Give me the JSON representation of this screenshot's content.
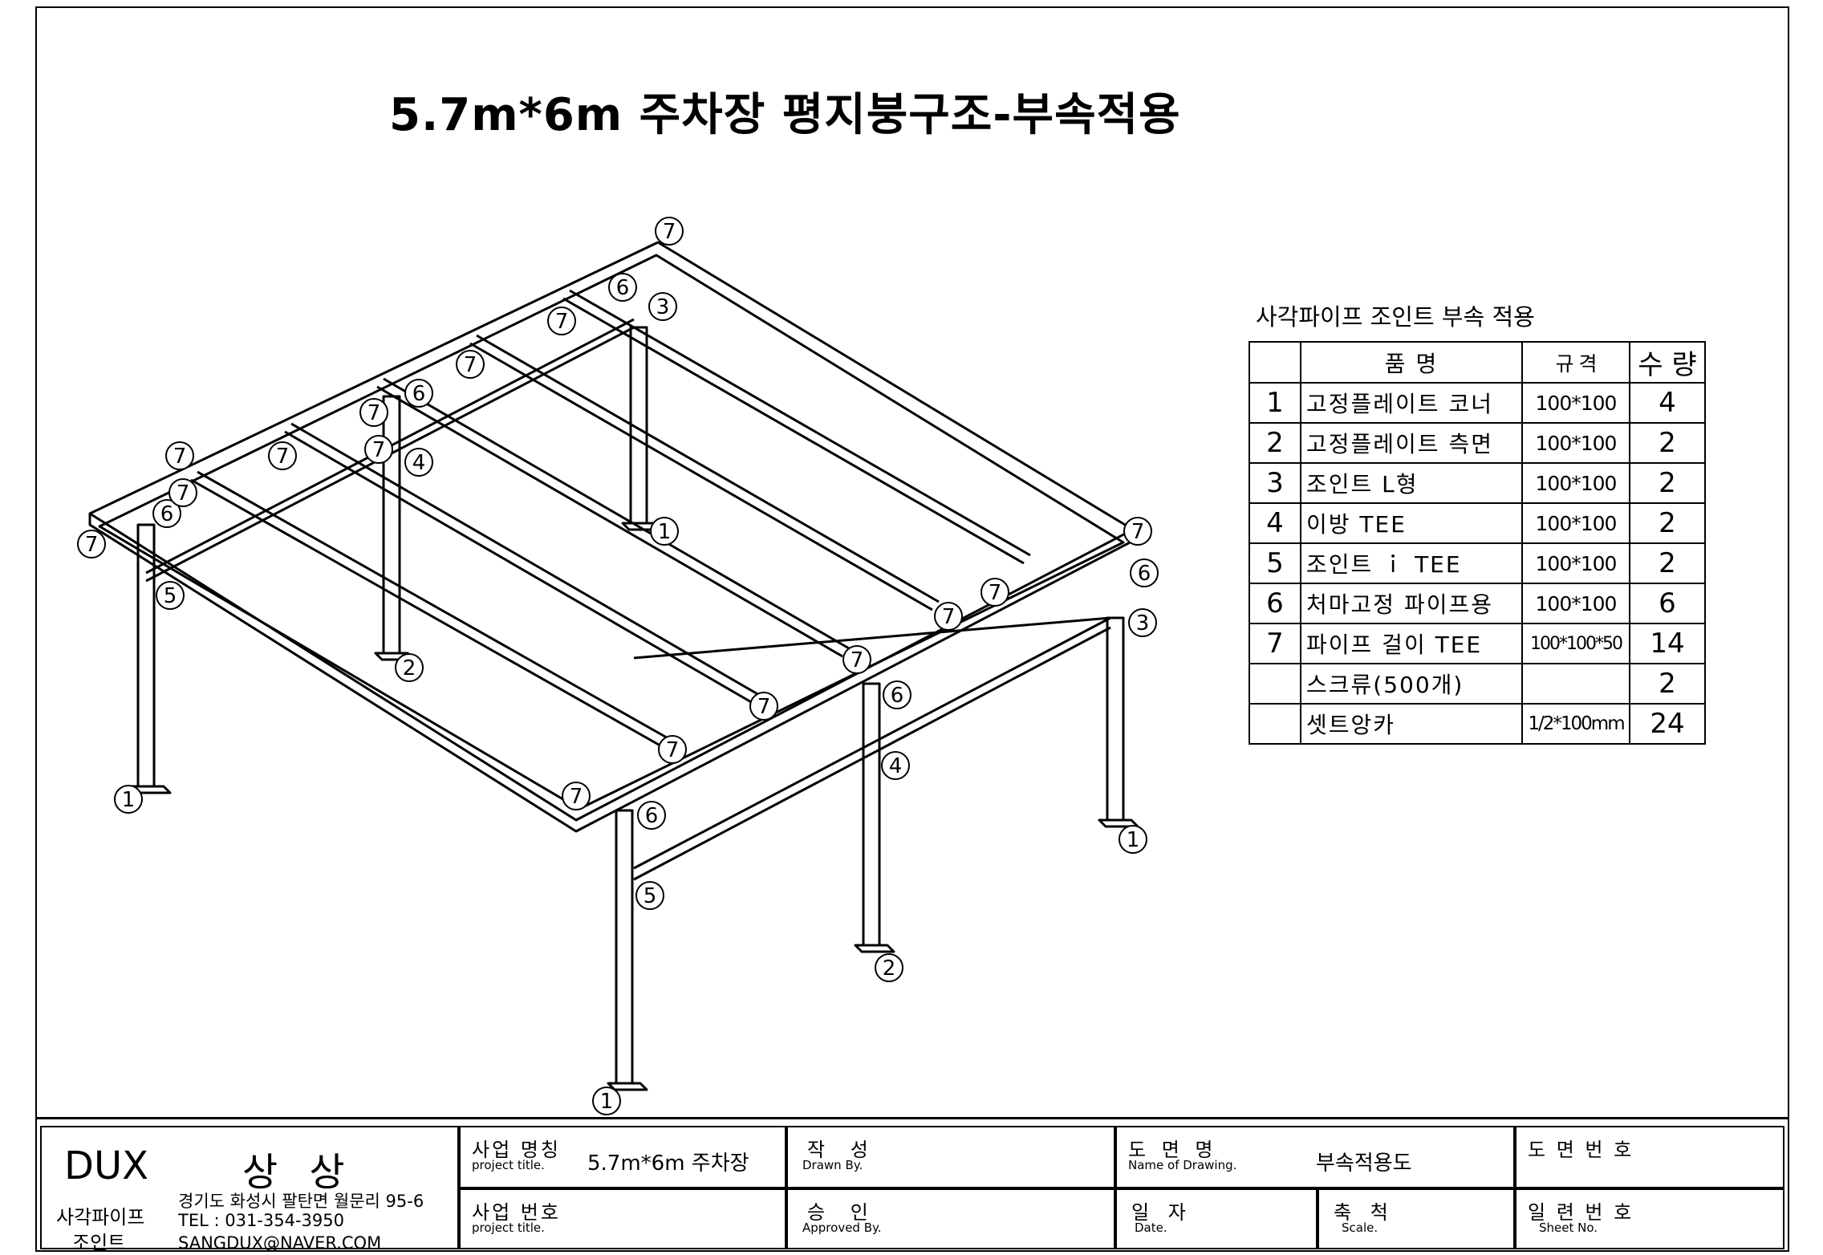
{
  "title": "5.7m*6m 주차장 평지붕구조-부속적용",
  "bom": {
    "title": "사각파이프 조인트 부속 적용",
    "headers": [
      "",
      "품    명",
      "규  격",
      "수  량"
    ],
    "rows": [
      {
        "no": "1",
        "name": "고정플레이트 코너",
        "spec": "100*100",
        "qty": "4"
      },
      {
        "no": "2",
        "name": "고정플레이트 측면",
        "spec": "100*100",
        "qty": "2"
      },
      {
        "no": "3",
        "name": "조인트 L형",
        "spec": "100*100",
        "qty": "2"
      },
      {
        "no": "4",
        "name": "이방 TEE",
        "spec": "100*100",
        "qty": "2"
      },
      {
        "no": "5",
        "name": "조인트 ｉ TEE",
        "spec": "100*100",
        "qty": "2"
      },
      {
        "no": "6",
        "name": "처마고정 파이프용",
        "spec": "100*100",
        "qty": "6"
      },
      {
        "no": "7",
        "name": "파이프 걸이 TEE",
        "spec": "100*100*50",
        "qty": "14"
      },
      {
        "no": "",
        "name": "스크류(500개)",
        "spec": "",
        "qty": "2"
      },
      {
        "no": "",
        "name": "셋트앙카",
        "spec": "1/2*100mm",
        "qty": "24"
      }
    ]
  },
  "callouts": [
    "1",
    "1",
    "1",
    "1",
    "2",
    "2",
    "3",
    "3",
    "4",
    "4",
    "5",
    "5",
    "6",
    "6",
    "6",
    "6",
    "6",
    "6",
    "7",
    "7",
    "7",
    "7",
    "7",
    "7",
    "7",
    "7",
    "7",
    "7",
    "7",
    "7",
    "7",
    "7",
    "7",
    "7"
  ],
  "title_block": {
    "company": "DUX",
    "company_name": "상 상",
    "product_line_1": "사각파이프",
    "product_line_2": "조인트",
    "address": "경기도 화성시 팔탄면 월문리 95-6",
    "tel": "TEL : 031-354-3950",
    "email": "SANGDUX@NAVER.COM",
    "project_title_ko": "사업 명칭",
    "project_title_en": "project title.",
    "project_title_value": "5.7m*6m 주차장",
    "project_no_ko": "사업 번호",
    "project_no_en": "project title.",
    "drawn_ko": "작  성",
    "drawn_en": "Drawn By.",
    "approved_ko": "승  인",
    "approved_en": "Approved By.",
    "drawing_name_ko": "도 면 명",
    "drawing_name_en": "Name of Drawing.",
    "drawing_name_value": "부속적용도",
    "date_ko": "일 자",
    "date_en": "Date.",
    "scale_ko": "축 척",
    "scale_en": "Scale.",
    "drawing_no_ko": "도 면 번 호",
    "sheet_no_ko": "일 련 번 호",
    "sheet_no_en": "Sheet No."
  }
}
